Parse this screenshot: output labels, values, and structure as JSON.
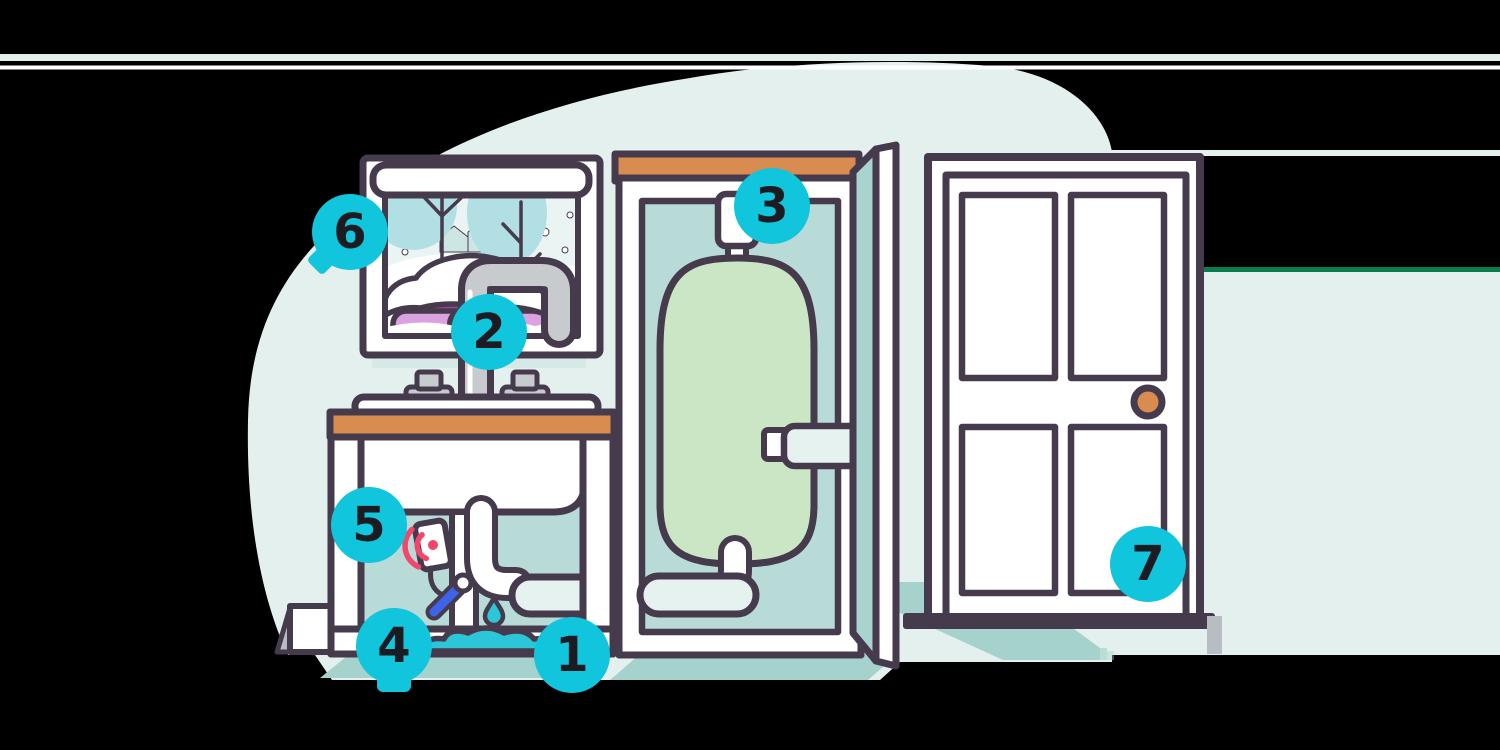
{
  "scene": {
    "name": "winter-home-plumbing-illustration",
    "objects": [
      "snowy-window",
      "snow-covered-car",
      "faucet",
      "sink-cabinet",
      "leak-sensor",
      "pipe-drip-puddle",
      "water-heater",
      "heater-closet",
      "interior-door"
    ]
  },
  "badges": [
    {
      "label": "1"
    },
    {
      "label": "2"
    },
    {
      "label": "3"
    },
    {
      "label": "4"
    },
    {
      "label": "5"
    },
    {
      "label": "6"
    },
    {
      "label": "7"
    }
  ],
  "colors": {
    "badge": "#10c5dc",
    "badge_text": "#1c1b22",
    "outline": "#463a4d",
    "mint": "#e3f0ee",
    "teal": "#b8dbd8",
    "shadow_teal": "#a6d2cd",
    "orange": "#d98c4f",
    "tank_green": "#cbe6c5",
    "puddle": "#2bc7d8",
    "tool_blue": "#3c63e8",
    "signal_red": "#f4456a",
    "accent_green": "#0b7c4b",
    "gray": "#b7bdc2",
    "car_purple": "#a243a8",
    "car_pink": "#daa3df",
    "tree_teal": "#b2dfe3"
  }
}
